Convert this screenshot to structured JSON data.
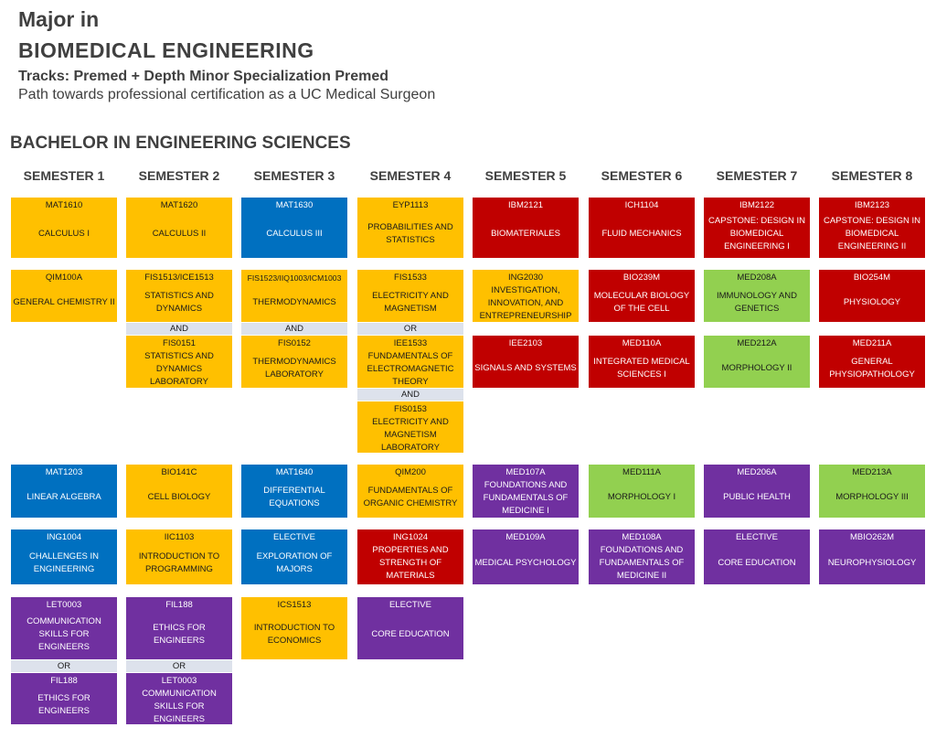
{
  "header": {
    "line1": "Major in",
    "line2": "BIOMEDICAL ENGINEERING",
    "tracks": "Tracks: Premed + Depth Minor Specialization Premed",
    "path": "Path towards professional certification as a UC Medical Surgeon"
  },
  "section_title": "BACHELOR IN ENGINEERING SCIENCES",
  "semesters": [
    "SEMESTER 1",
    "SEMESTER 2",
    "SEMESTER 3",
    "SEMESTER 4",
    "SEMESTER 5",
    "SEMESTER 6",
    "SEMESTER 7",
    "SEMESTER 8"
  ],
  "colors": {
    "yellow": "#ffc000",
    "blue": "#0070c0",
    "red": "#c00000",
    "green": "#92d050",
    "purple": "#7030a0",
    "connector": "#dde2ec"
  },
  "courses": [
    {
      "code": "MAT1610",
      "name": "CALCULUS I",
      "color": "yellow"
    },
    {
      "code": "QIM100A",
      "name": "GENERAL CHEMISTRY II",
      "color": "yellow"
    },
    {
      "code": "MAT1203",
      "name": "LINEAR ALGEBRA",
      "color": "blue"
    },
    {
      "code": "ING1004",
      "name": "CHALLENGES IN ENGINEERING",
      "color": "blue"
    },
    {
      "code": "LET0003",
      "name": "COMMUNICATION SKILLS FOR ENGINEERS",
      "color": "purple"
    },
    {
      "code": "FIL188",
      "name": "ETHICS FOR ENGINEERS",
      "color": "purple"
    },
    {
      "code": "MAT1620",
      "name": "CALCULUS II",
      "color": "yellow"
    },
    {
      "code": "FIS1513/ICE1513",
      "name": "STATISTICS AND DYNAMICS",
      "color": "yellow"
    },
    {
      "code": "FIS0151",
      "name": "STATISTICS AND DYNAMICS LABORATORY",
      "color": "yellow"
    },
    {
      "code": "BIO141C",
      "name": "CELL BIOLOGY",
      "color": "yellow"
    },
    {
      "code": "IIC1103",
      "name": "INTRODUCTION TO PROGRAMMING",
      "color": "yellow"
    },
    {
      "code": "FIL188",
      "name": "ETHICS FOR ENGINEERS",
      "color": "purple"
    },
    {
      "code": "LET0003",
      "name": "COMMUNICATION SKILLS FOR ENGINEERS",
      "color": "purple"
    },
    {
      "code": "MAT1630",
      "name": "CALCULUS III",
      "color": "blue"
    },
    {
      "code": "FIS1523/IIQ1003/ICM1003",
      "name": "THERMODYNAMICS",
      "color": "yellow"
    },
    {
      "code": "FIS0152",
      "name": "THERMODYNAMICS LABORATORY",
      "color": "yellow"
    },
    {
      "code": "MAT1640",
      "name": "DIFFERENTIAL EQUATIONS",
      "color": "blue"
    },
    {
      "code": "ELECTIVE",
      "name": "EXPLORATION OF MAJORS",
      "color": "blue"
    },
    {
      "code": "ICS1513",
      "name": "INTRODUCTION TO ECONOMICS",
      "color": "yellow"
    },
    {
      "code": "EYP1113",
      "name": "PROBABILITIES AND STATISTICS",
      "color": "yellow"
    },
    {
      "code": "FIS1533",
      "name": "ELECTRICITY AND MAGNETISM",
      "color": "yellow"
    },
    {
      "code": "IEE1533",
      "name": "FUNDAMENTALS OF ELECTROMAGNETIC THEORY",
      "color": "yellow"
    },
    {
      "code": "FIS0153",
      "name": "ELECTRICITY AND MAGNETISM LABORATORY",
      "color": "yellow"
    },
    {
      "code": "QIM200",
      "name": "FUNDAMENTALS OF ORGANIC CHEMISTRY",
      "color": "yellow"
    },
    {
      "code": "ING1024",
      "name": "PROPERTIES AND STRENGTH OF MATERIALS",
      "color": "red"
    },
    {
      "code": "ELECTIVE",
      "name": "CORE EDUCATION",
      "color": "purple"
    },
    {
      "code": "IBM2121",
      "name": "BIOMATERIALES",
      "color": "red"
    },
    {
      "code": "ING2030",
      "name": "INVESTIGATION, INNOVATION, AND ENTREPRENEURSHIP",
      "color": "yellow"
    },
    {
      "code": "IEE2103",
      "name": "SIGNALS AND SYSTEMS",
      "color": "red"
    },
    {
      "code": "MED107A",
      "name": "FOUNDATIONS AND FUNDAMENTALS OF MEDICINE I",
      "color": "purple"
    },
    {
      "code": "MED109A",
      "name": "MEDICAL PSYCHOLOGY",
      "color": "purple"
    },
    {
      "code": "ICH1104",
      "name": "FLUID MECHANICS",
      "color": "red"
    },
    {
      "code": "BIO239M",
      "name": "MOLECULAR BIOLOGY OF THE CELL",
      "color": "red"
    },
    {
      "code": "MED110A",
      "name": "INTEGRATED MEDICAL SCIENCES I",
      "color": "red"
    },
    {
      "code": "MED111A",
      "name": "MORPHOLOGY I",
      "color": "green"
    },
    {
      "code": "MED108A",
      "name": "FOUNDATIONS AND FUNDAMENTALS OF MEDICINE II",
      "color": "purple"
    },
    {
      "code": "IBM2122",
      "name": "CAPSTONE: DESIGN IN BIOMEDICAL ENGINEERING I",
      "color": "red"
    },
    {
      "code": "MED208A",
      "name": "IMMUNOLOGY AND GENETICS",
      "color": "green"
    },
    {
      "code": "MED212A",
      "name": "MORPHOLOGY II",
      "color": "green"
    },
    {
      "code": "MED206A",
      "name": "PUBLIC HEALTH",
      "color": "purple"
    },
    {
      "code": "ELECTIVE",
      "name": "CORE EDUCATION",
      "color": "purple"
    },
    {
      "code": "IBM2123",
      "name": "CAPSTONE: DESIGN IN BIOMEDICAL ENGINEERING II",
      "color": "red"
    },
    {
      "code": "BIO254M",
      "name": "PHYSIOLOGY",
      "color": "red"
    },
    {
      "code": "MED211A",
      "name": "GENERAL PHYSIOPATHOLOGY",
      "color": "red"
    },
    {
      "code": "MED213A",
      "name": "MORPHOLOGY III",
      "color": "green"
    },
    {
      "code": "MBIO262M",
      "name": "NEUROPHYSIOLOGY",
      "color": "purple"
    }
  ],
  "connectors": [
    "OR",
    "AND",
    "OR",
    "AND",
    "OR",
    "AND"
  ]
}
